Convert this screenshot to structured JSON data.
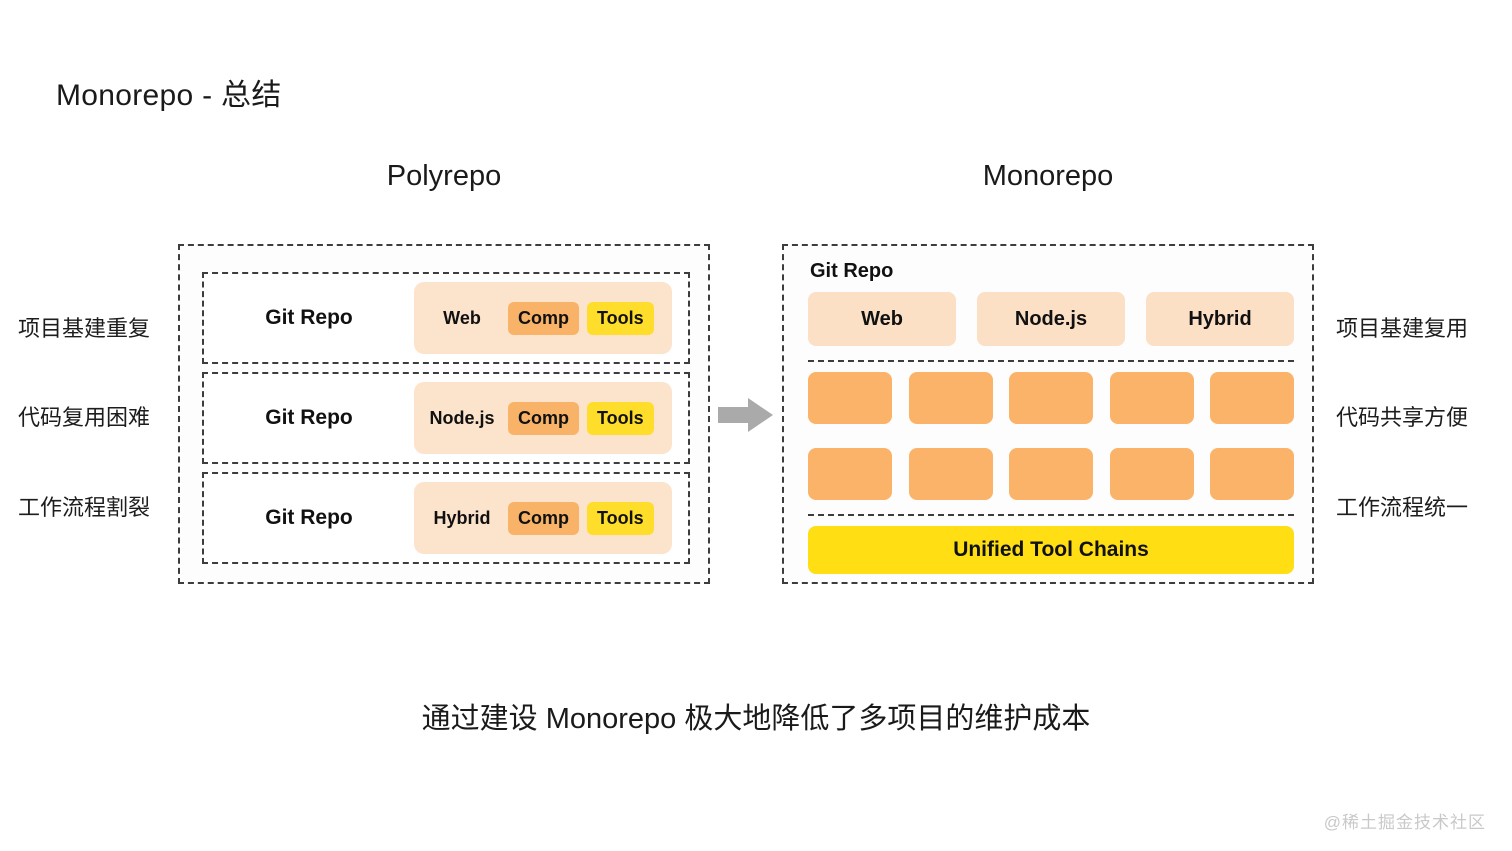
{
  "slide": {
    "title": "Monorepo - 总结",
    "caption": "通过建设 Monorepo 极大地降低了多项目的维护成本",
    "watermark": "@稀土掘金技术社区"
  },
  "colors": {
    "page_background": "#ffffff",
    "panel_border": "#3d3d3d",
    "stack_background": "#FCE3CB",
    "app_box": "#FBE0C6",
    "comp_pill": "#F9B368",
    "tools_pill": "#FFDE2B",
    "block": "#FBB369",
    "toolchain": "#FFDE14",
    "arrow": "#AAAAAA",
    "text": "#111111",
    "watermark": "#c9c9c9"
  },
  "left_labels": [
    {
      "text": "项目基建重复"
    },
    {
      "text": "代码复用困难"
    },
    {
      "text": "工作流程割裂"
    }
  ],
  "right_labels": [
    {
      "text": "项目基建复用"
    },
    {
      "text": "代码共享方便"
    },
    {
      "text": "工作流程统一"
    }
  ],
  "polyrepo": {
    "header": "Polyrepo",
    "rows": [
      {
        "repo": "Git Repo",
        "package": "Web",
        "comp": "Comp",
        "tools": "Tools"
      },
      {
        "repo": "Git Repo",
        "package": "Node.js",
        "comp": "Comp",
        "tools": "Tools"
      },
      {
        "repo": "Git Repo",
        "package": "Hybrid",
        "comp": "Comp",
        "tools": "Tools"
      }
    ]
  },
  "monorepo": {
    "header": "Monorepo",
    "repo_label": "Git Repo",
    "apps": [
      {
        "name": "Web"
      },
      {
        "name": "Node.js"
      },
      {
        "name": "Hybrid"
      }
    ],
    "shared_block_rows": [
      {
        "count": 5
      },
      {
        "count": 5
      }
    ],
    "toolchain": "Unified Tool Chains"
  },
  "arrow": {
    "icon": "arrow-right-icon",
    "direction": "right"
  }
}
